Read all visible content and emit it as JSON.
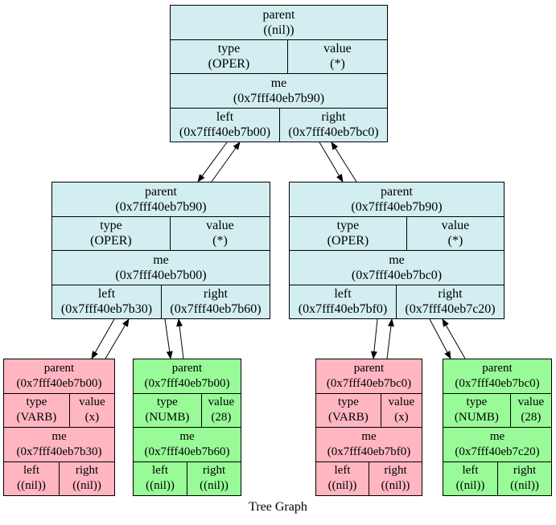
{
  "caption": "Tree Graph",
  "colors": {
    "oper": "#d2eef0",
    "varb": "#ffb6c1",
    "numb": "#98fb98",
    "edge": "#000000"
  },
  "nodes": {
    "root": {
      "parent_label": "parent",
      "parent_value": "((nil))",
      "type_label": "type",
      "type_value": "(OPER)",
      "value_label": "value",
      "value_value": "(*)",
      "me_label": "me",
      "me_value": "(0x7fff40eb7b90)",
      "left_label": "left",
      "left_value": "(0x7fff40eb7b00)",
      "right_label": "right",
      "right_value": "(0x7fff40eb7bc0)"
    },
    "left_oper": {
      "parent_label": "parent",
      "parent_value": "(0x7fff40eb7b90)",
      "type_label": "type",
      "type_value": "(OPER)",
      "value_label": "value",
      "value_value": "(*)",
      "me_label": "me",
      "me_value": "(0x7fff40eb7b00)",
      "left_label": "left",
      "left_value": "(0x7fff40eb7b30)",
      "right_label": "right",
      "right_value": "(0x7fff40eb7b60)"
    },
    "right_oper": {
      "parent_label": "parent",
      "parent_value": "(0x7fff40eb7b90)",
      "type_label": "type",
      "type_value": "(OPER)",
      "value_label": "value",
      "value_value": "(*)",
      "me_label": "me",
      "me_value": "(0x7fff40eb7bc0)",
      "left_label": "left",
      "left_value": "(0x7fff40eb7bf0)",
      "right_label": "right",
      "right_value": "(0x7fff40eb7c20)"
    },
    "varb_x_left": {
      "parent_label": "parent",
      "parent_value": "(0x7fff40eb7b00)",
      "type_label": "type",
      "type_value": "(VARB)",
      "value_label": "value",
      "value_value": "(x)",
      "me_label": "me",
      "me_value": "(0x7fff40eb7b30)",
      "left_label": "left",
      "left_value": "((nil))",
      "right_label": "right",
      "right_value": "((nil))"
    },
    "numb_28_left": {
      "parent_label": "parent",
      "parent_value": "(0x7fff40eb7b00)",
      "type_label": "type",
      "type_value": "(NUMB)",
      "value_label": "value",
      "value_value": "(28)",
      "me_label": "me",
      "me_value": "(0x7fff40eb7b60)",
      "left_label": "left",
      "left_value": "((nil))",
      "right_label": "right",
      "right_value": "((nil))"
    },
    "varb_x_right": {
      "parent_label": "parent",
      "parent_value": "(0x7fff40eb7bc0)",
      "type_label": "type",
      "type_value": "(VARB)",
      "value_label": "value",
      "value_value": "(x)",
      "me_label": "me",
      "me_value": "(0x7fff40eb7bf0)",
      "left_label": "left",
      "left_value": "((nil))",
      "right_label": "right",
      "right_value": "((nil))"
    },
    "numb_28_right": {
      "parent_label": "parent",
      "parent_value": "(0x7fff40eb7bc0)",
      "type_label": "type",
      "type_value": "(NUMB)",
      "value_label": "value",
      "value_value": "(28)",
      "me_label": "me",
      "me_value": "(0x7fff40eb7c20)",
      "left_label": "left",
      "left_value": "((nil))",
      "right_label": "right",
      "right_value": "((nil))"
    }
  }
}
